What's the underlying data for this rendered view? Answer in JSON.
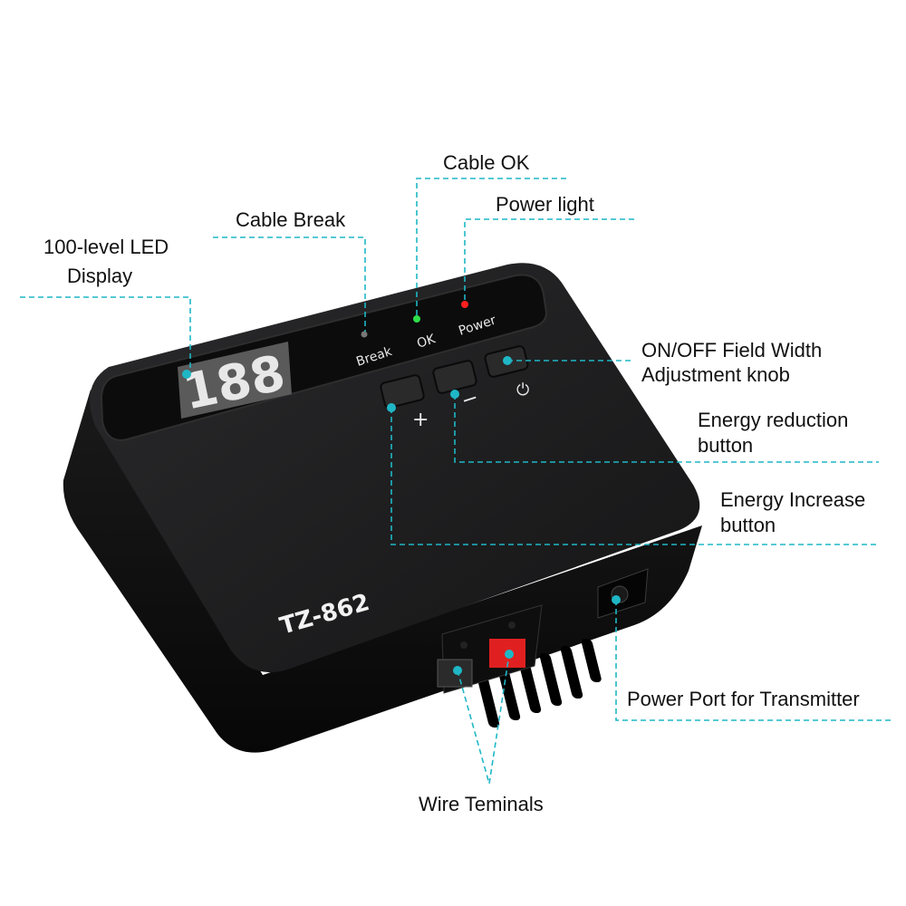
{
  "colors": {
    "leader": "#1fb7c6",
    "body": "#1c1c1e",
    "ok_led": "#2ee04a",
    "power_led": "#ff2020",
    "terminal_red": "#e02020"
  },
  "labels": {
    "cable_ok": "Cable OK",
    "power_light": "Power light",
    "cable_break": "Cable Break",
    "led_display_line1": "100-level LED",
    "led_display_line2": "Display",
    "onoff_line1": "ON/OFF Field Width",
    "onoff_line2": "Adjustment knob",
    "energy_reduction_line1": "Energy reduction",
    "energy_reduction_line2": "button",
    "energy_increase_line1": "Energy Increase",
    "energy_increase_line2": "button",
    "power_port": "Power Port for Transmitter",
    "wire_terminals": "Wire Teminals"
  },
  "device": {
    "model": "TZ-862",
    "display_value": "188",
    "indicator_break": "Break",
    "indicator_ok": "OK",
    "indicator_power": "Power",
    "plus_symbol": "+",
    "minus_symbol": "−",
    "power_symbol": "⏻"
  }
}
